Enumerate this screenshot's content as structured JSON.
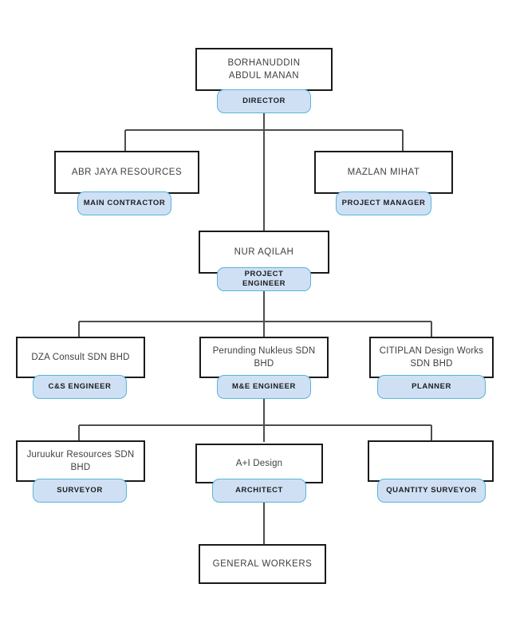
{
  "chart_data": {
    "type": "diagram",
    "subtype": "organization-chart",
    "title": "",
    "orientation": "top-down",
    "theme": {
      "background": "#ffffff",
      "box_fill": "#ffffff",
      "box_border": "#1a1a1a",
      "pill_fill": "#cfe0f5",
      "pill_border": "#57b6d6",
      "pill_text": "#1d1d1d",
      "name_text": "#3f3f3f",
      "connector": "#4d4d4d"
    },
    "levels": [
      {
        "level": 1,
        "nodes": [
          {
            "id": "director",
            "name": "BORHANUDDIN\nABDUL MANAN",
            "role": "DIRECTOR"
          }
        ]
      },
      {
        "level": 2,
        "nodes": [
          {
            "id": "main-contractor",
            "name": "ABR JAYA RESOURCES",
            "role": "MAIN CONTRACTOR"
          },
          {
            "id": "project-manager",
            "name": "MAZLAN MIHAT",
            "role": "PROJECT MANAGER"
          }
        ]
      },
      {
        "level": 3,
        "nodes": [
          {
            "id": "project-engineer",
            "name": "NUR AQILAH",
            "role": "PROJECT ENGINEER"
          }
        ]
      },
      {
        "level": 4,
        "nodes": [
          {
            "id": "cs-engineer",
            "name": "DZA Consult SDN BHD",
            "role": "C&S ENGINEER"
          },
          {
            "id": "me-engineer",
            "name": "Perunding Nukleus SDN BHD",
            "role": "M&E ENGINEER"
          },
          {
            "id": "planner",
            "name": "CITIPLAN Design Works SDN BHD",
            "role": "PLANNER"
          }
        ]
      },
      {
        "level": 5,
        "nodes": [
          {
            "id": "surveyor",
            "name": "Juruukur Resources SDN BHD",
            "role": "SURVEYOR"
          },
          {
            "id": "architect",
            "name": "A+I Design",
            "role": "ARCHITECT"
          },
          {
            "id": "quantity-surveyor",
            "name": "",
            "role": "QUANTITY SURVEYOR"
          }
        ]
      },
      {
        "level": 6,
        "nodes": [
          {
            "id": "general-workers",
            "name": "GENERAL WORKERS",
            "role": ""
          }
        ]
      }
    ]
  },
  "nodes": {
    "director": {
      "name_line1": "BORHANUDDIN",
      "name_line2": "ABDUL MANAN",
      "role": "DIRECTOR"
    },
    "main_contractor": {
      "name": "ABR JAYA RESOURCES",
      "role": "MAIN CONTRACTOR"
    },
    "project_manager": {
      "name": "MAZLAN MIHAT",
      "role": "PROJECT MANAGER"
    },
    "project_engineer": {
      "name": "NUR AQILAH",
      "role": "PROJECT ENGINEER"
    },
    "cs_engineer": {
      "name": "DZA Consult SDN BHD",
      "role": "C&S ENGINEER"
    },
    "me_engineer": {
      "name": "Perunding Nukleus SDN BHD",
      "role": "M&E ENGINEER"
    },
    "planner": {
      "name": "CITIPLAN Design Works SDN BHD",
      "role": "PLANNER"
    },
    "surveyor": {
      "name": "Juruukur Resources SDN BHD",
      "role": "SURVEYOR"
    },
    "architect": {
      "name": "A+I Design",
      "role": "ARCHITECT"
    },
    "quantity_surveyor": {
      "name": "",
      "role": "QUANTITY SURVEYOR"
    },
    "general_workers": {
      "name": "GENERAL WORKERS",
      "role": ""
    }
  }
}
